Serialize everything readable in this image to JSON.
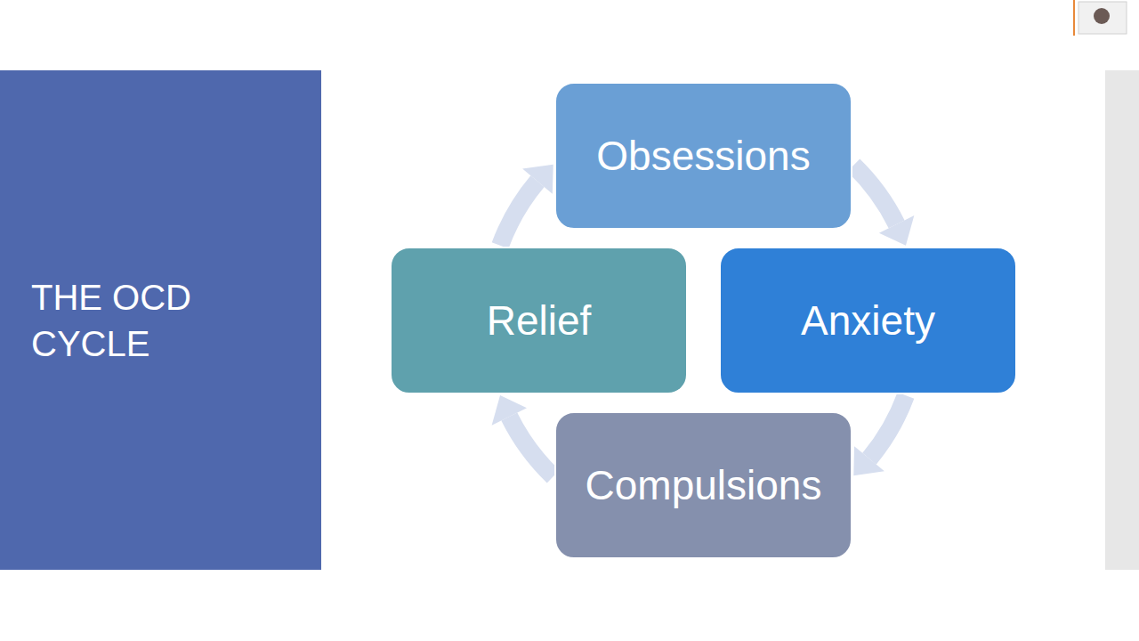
{
  "diagram": {
    "nodes": [
      {
        "text": [
          "THE OCD CYCLE"
        ]
      },
      {
        "text": [
          "Obsessions"
        ]
      },
      {
        "text": [
          "Relief"
        ]
      },
      {
        "text": [
          "Anxiety"
        ]
      },
      {
        "text": [
          "Compulsions"
        ]
      }
    ],
    "edges": [
      {
        "from": 1,
        "to": 3,
        "arrow": "to"
      },
      {
        "from": 3,
        "to": 4,
        "arrow": "to"
      },
      {
        "from": 4,
        "to": 2,
        "arrow": "to"
      },
      {
        "from": 2,
        "to": 1,
        "arrow": "to"
      }
    ]
  }
}
